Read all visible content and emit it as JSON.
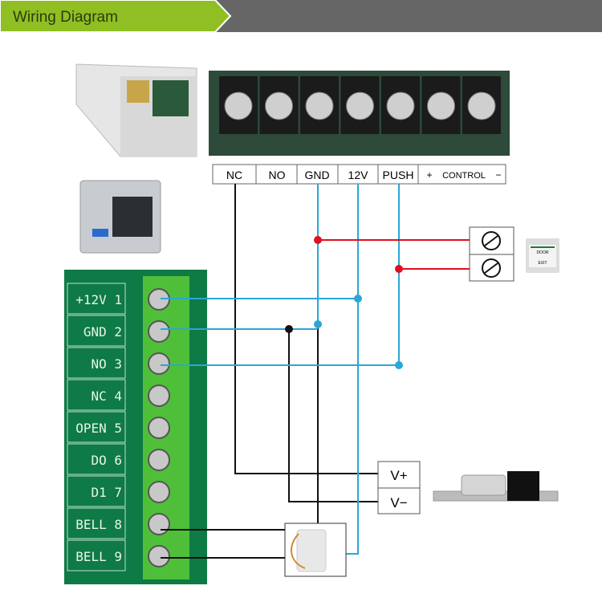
{
  "header": {
    "title": "Wiring Diagram",
    "accent": "#8fbf22",
    "secondary": "#666666"
  },
  "power_supply": {
    "terminals": [
      "NC",
      "NO",
      "GND",
      "12V",
      "PUSH"
    ],
    "control": {
      "plus": "+",
      "label": "CONTROL",
      "minus": "−"
    }
  },
  "controller": {
    "terminals": [
      "+12V 1",
      "GND 2",
      "NO 3",
      "NC 4",
      "OPEN 5",
      "DO 6",
      "D1 7",
      "BELL 8",
      "BELL 9"
    ]
  },
  "lock": {
    "terminals": [
      "V+",
      "V−"
    ]
  },
  "exit_button": {
    "lines": [
      "DOOR",
      "EXIT"
    ]
  },
  "wire_colors": {
    "blue": "#2aa7d6",
    "red": "#e0101e",
    "black": "#111111"
  }
}
